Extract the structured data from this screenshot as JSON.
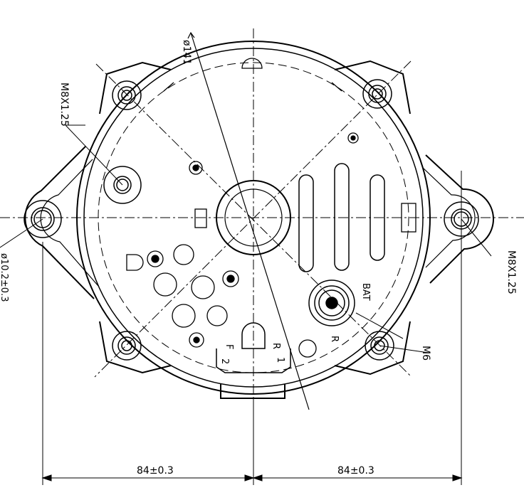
{
  "drawing": {
    "labels": {
      "diameter_main": "ø141",
      "thread_top_left": "M8X1.25",
      "thread_right": "M8X1.25",
      "diameter_hole": "ø10.2±0.3",
      "terminal_bat": "BAT",
      "terminal_m6": "M6",
      "terminal_r_upper": "R",
      "terminal_r_lower": "R",
      "terminal_f": "F",
      "number_2": "2",
      "number_1": "1",
      "dim_left": "84±0.3",
      "dim_right": "84±0.3"
    }
  }
}
